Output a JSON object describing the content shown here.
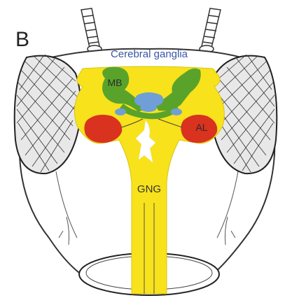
{
  "figure": {
    "panel_letter": "B",
    "labels": {
      "cerebral_ganglia": "Cerebral ganglia",
      "mushroom_body": "MB",
      "antennal_lobe": "AL",
      "gnathal_ganglia": "GNG"
    },
    "colors": {
      "brain_yellow": "#f7e21c",
      "mushroom_body_green": "#5aa32b",
      "antennal_lobe_red": "#d9321f",
      "central_complex_blue": "#6f9fd6",
      "outline": "#222222",
      "top_label_blue": "#3a55a8"
    }
  }
}
